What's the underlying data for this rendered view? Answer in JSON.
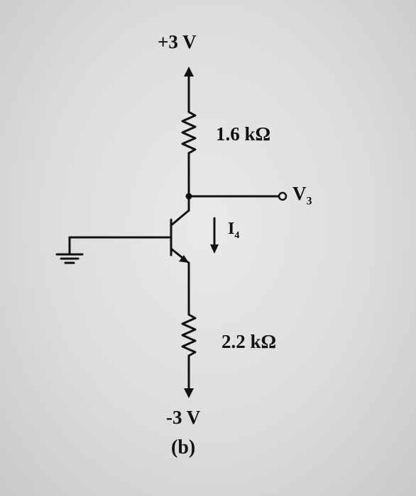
{
  "circuit": {
    "supply_positive": "+3 V",
    "supply_negative": "-3 V",
    "collector_resistor": "1.6 kΩ",
    "emitter_resistor": "2.2 kΩ",
    "output_node": {
      "name": "V",
      "subscript": "3"
    },
    "current": {
      "name": "I",
      "subscript": "4"
    },
    "caption": "(b)"
  },
  "colors": {
    "ink": "#111111",
    "paper": "#e4e4e2"
  }
}
